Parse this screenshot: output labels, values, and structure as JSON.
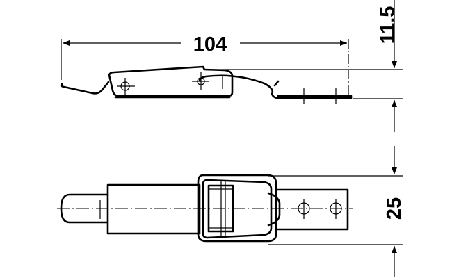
{
  "dimensions": {
    "length": "104",
    "height": "11.5",
    "width": "25"
  }
}
